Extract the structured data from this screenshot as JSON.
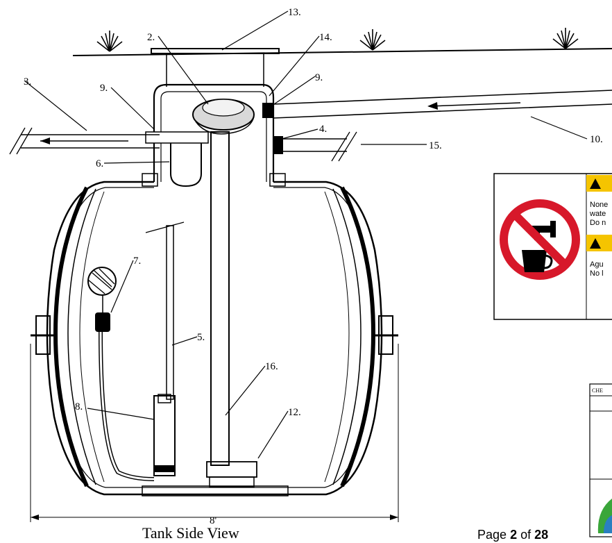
{
  "callouts": {
    "c2": "2.",
    "c3": "3.",
    "c4": "4.",
    "c5": "5.",
    "c6": "6.",
    "c7": "7.",
    "c8": "8.",
    "c9a": "9.",
    "c9b": "9.",
    "c10": "10.",
    "c12": "12.",
    "c13": "13.",
    "c14": "14.",
    "c15": "15.",
    "c16": "16."
  },
  "dimension": {
    "width_label": "8'"
  },
  "caption": "Tank Side View",
  "page": {
    "prefix": "Page",
    "current": "2",
    "of": "of",
    "total": "28"
  },
  "sign": {
    "line1": "None",
    "line2": "wate",
    "line3": "Do n",
    "line4": "Agu",
    "line5": "No l"
  },
  "titleblock": {
    "label": "CHE"
  },
  "colors": {
    "line": "#000000",
    "warning_yellow": "#f5c400",
    "prohibit_red": "#d7182a"
  }
}
